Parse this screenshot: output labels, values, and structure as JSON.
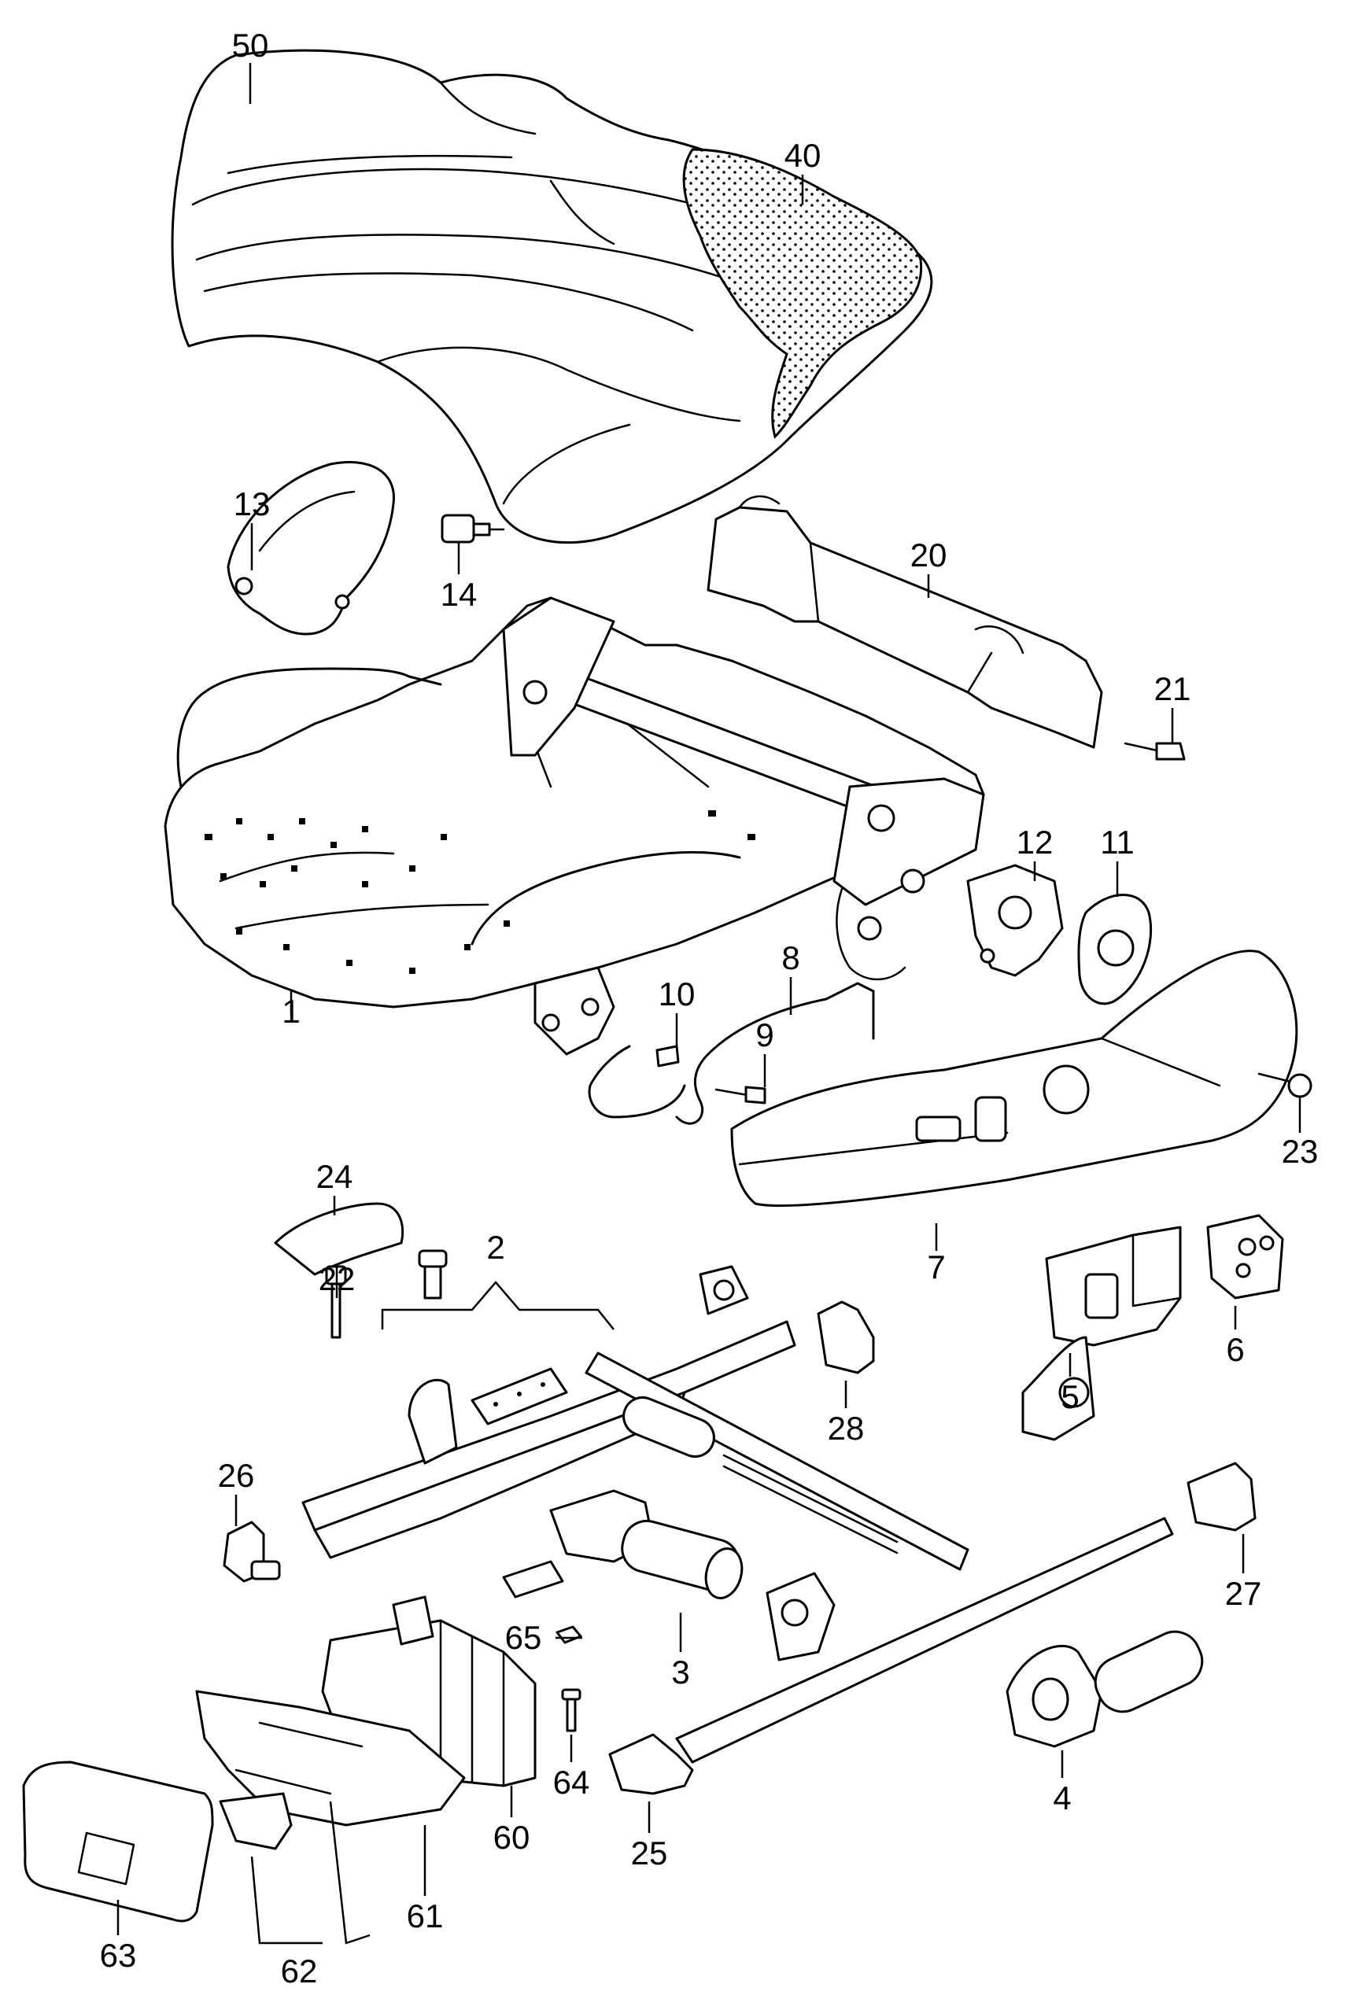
{
  "labels": {
    "l1": "1",
    "l2": "2",
    "l3": "3",
    "l4": "4",
    "l5": "5",
    "l6": "6",
    "l7": "7",
    "l8": "8",
    "l9": "9",
    "l10": "10",
    "l11": "11",
    "l12": "12",
    "l13": "13",
    "l14": "14",
    "l20": "20",
    "l21": "21",
    "l22": "22",
    "l23": "23",
    "l24": "24",
    "l25": "25",
    "l26": "26",
    "l27": "27",
    "l28": "28",
    "l40": "40",
    "l50": "50",
    "l60": "60",
    "l61": "61",
    "l62": "62",
    "l63": "63",
    "l64": "64",
    "l65": "65"
  },
  "colors": {
    "line": "#000000",
    "background": "#ffffff"
  }
}
